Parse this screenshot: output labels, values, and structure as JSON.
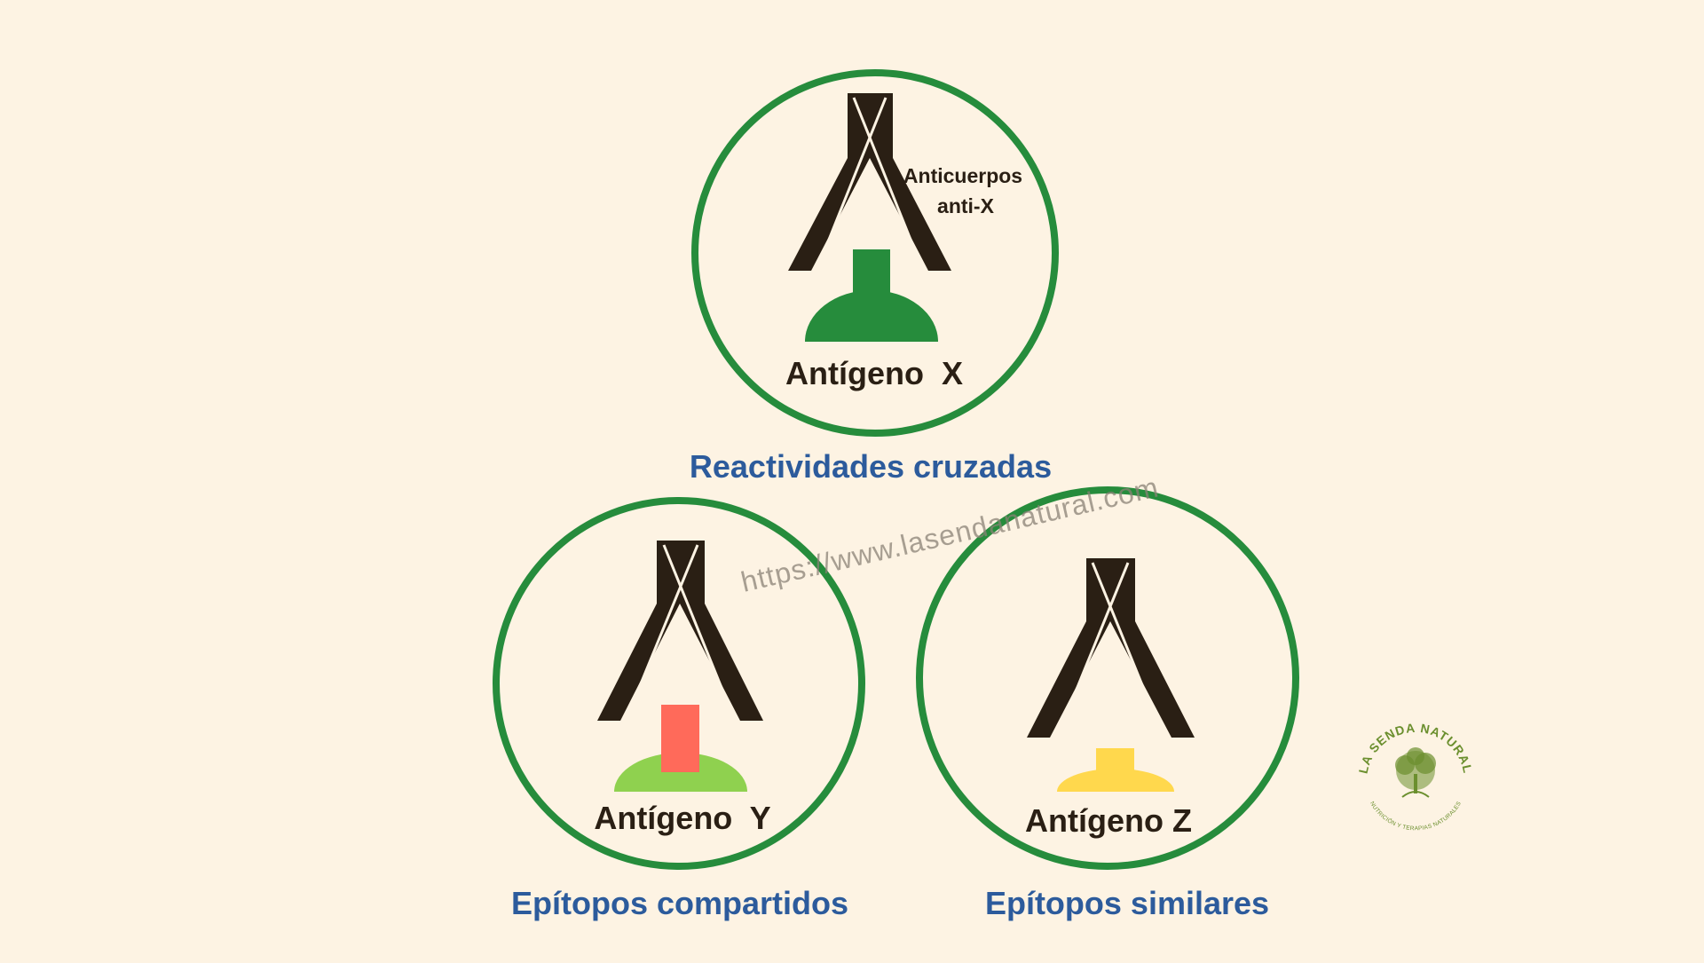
{
  "colors": {
    "background": "#fdf3e3",
    "circle_stroke": "#268c3c",
    "antibody": "#2a1f14",
    "antibody_lines": "#fdf3e3",
    "caption": "#2c5b9c",
    "label": "#2a1f14",
    "antigen_x": "#268c3c",
    "antigen_y_base": "#8fd14f",
    "antigen_y_epitope": "#ff6a5a",
    "antigen_z": "#ffd84d",
    "watermark": "#8a8175",
    "logo": "#6b8f2e"
  },
  "top": {
    "antibody_label_line1": "Anticuerpos",
    "antibody_label_line2": "anti-X",
    "antigen_label": "Antígeno  X",
    "caption": "Reactividades cruzadas"
  },
  "left": {
    "antigen_label": "Antígeno  Y",
    "caption": "Epítopos compartidos"
  },
  "right": {
    "antigen_label": "Antígeno Z",
    "caption": "Epítopos similares"
  },
  "watermark": "https://www.lasendanatural.com",
  "logo": {
    "icon": "tree-icon",
    "title": "LA SENDA NATURAL",
    "subtitle": "NUTRICIÓN Y TERAPIAS NATURALES"
  }
}
